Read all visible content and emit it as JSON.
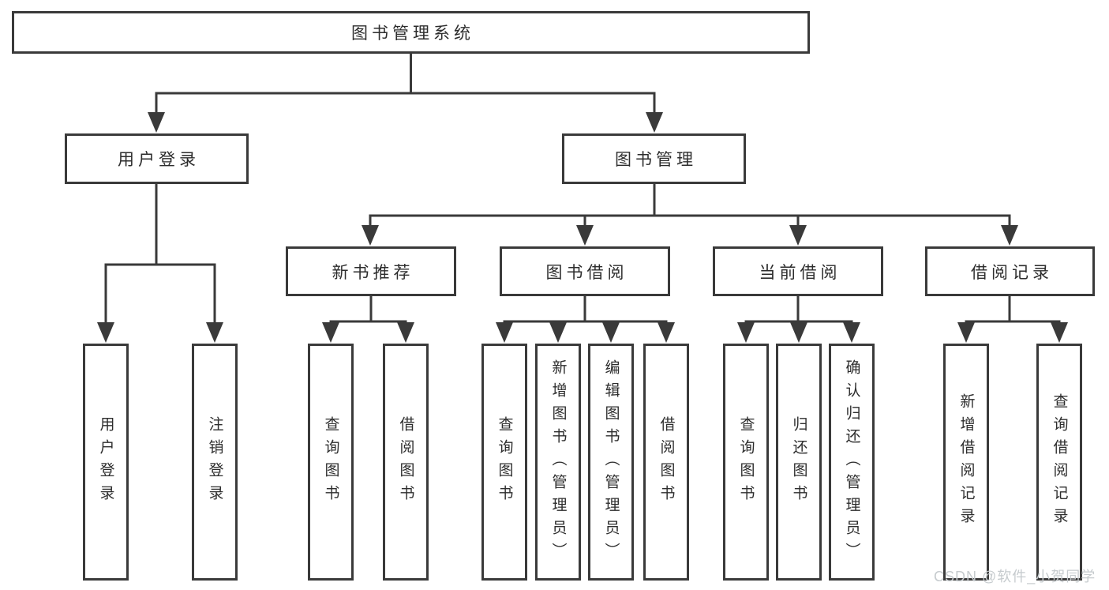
{
  "diagram": {
    "title": "图书管理系统",
    "root": {
      "label": "图书管理系统"
    },
    "branches": [
      {
        "label": "用户登录",
        "children": [
          "用户登录",
          "注销登录"
        ]
      },
      {
        "label": "图书管理",
        "children": [
          {
            "label": "新书推荐",
            "children": [
              "查询图书",
              "借阅图书"
            ]
          },
          {
            "label": "图书借阅",
            "children": [
              "查询图书",
              "新增图书（管理员）",
              "编辑图书（管理员）",
              "借阅图书"
            ]
          },
          {
            "label": "当前借阅",
            "children": [
              "查询图书",
              "归还图书",
              "确认归还（管理员）"
            ]
          },
          {
            "label": "借阅记录",
            "children": [
              "新增借阅记录",
              "查询借阅记录"
            ]
          }
        ]
      }
    ]
  },
  "watermark": {
    "text": "CSDN @软件_小贺同学"
  },
  "colors": {
    "line": "#3a3a3a",
    "box_border": "#3a3a3a",
    "text": "#2d2d2d",
    "watermark": "#c6cbce",
    "background": "#ffffff"
  }
}
